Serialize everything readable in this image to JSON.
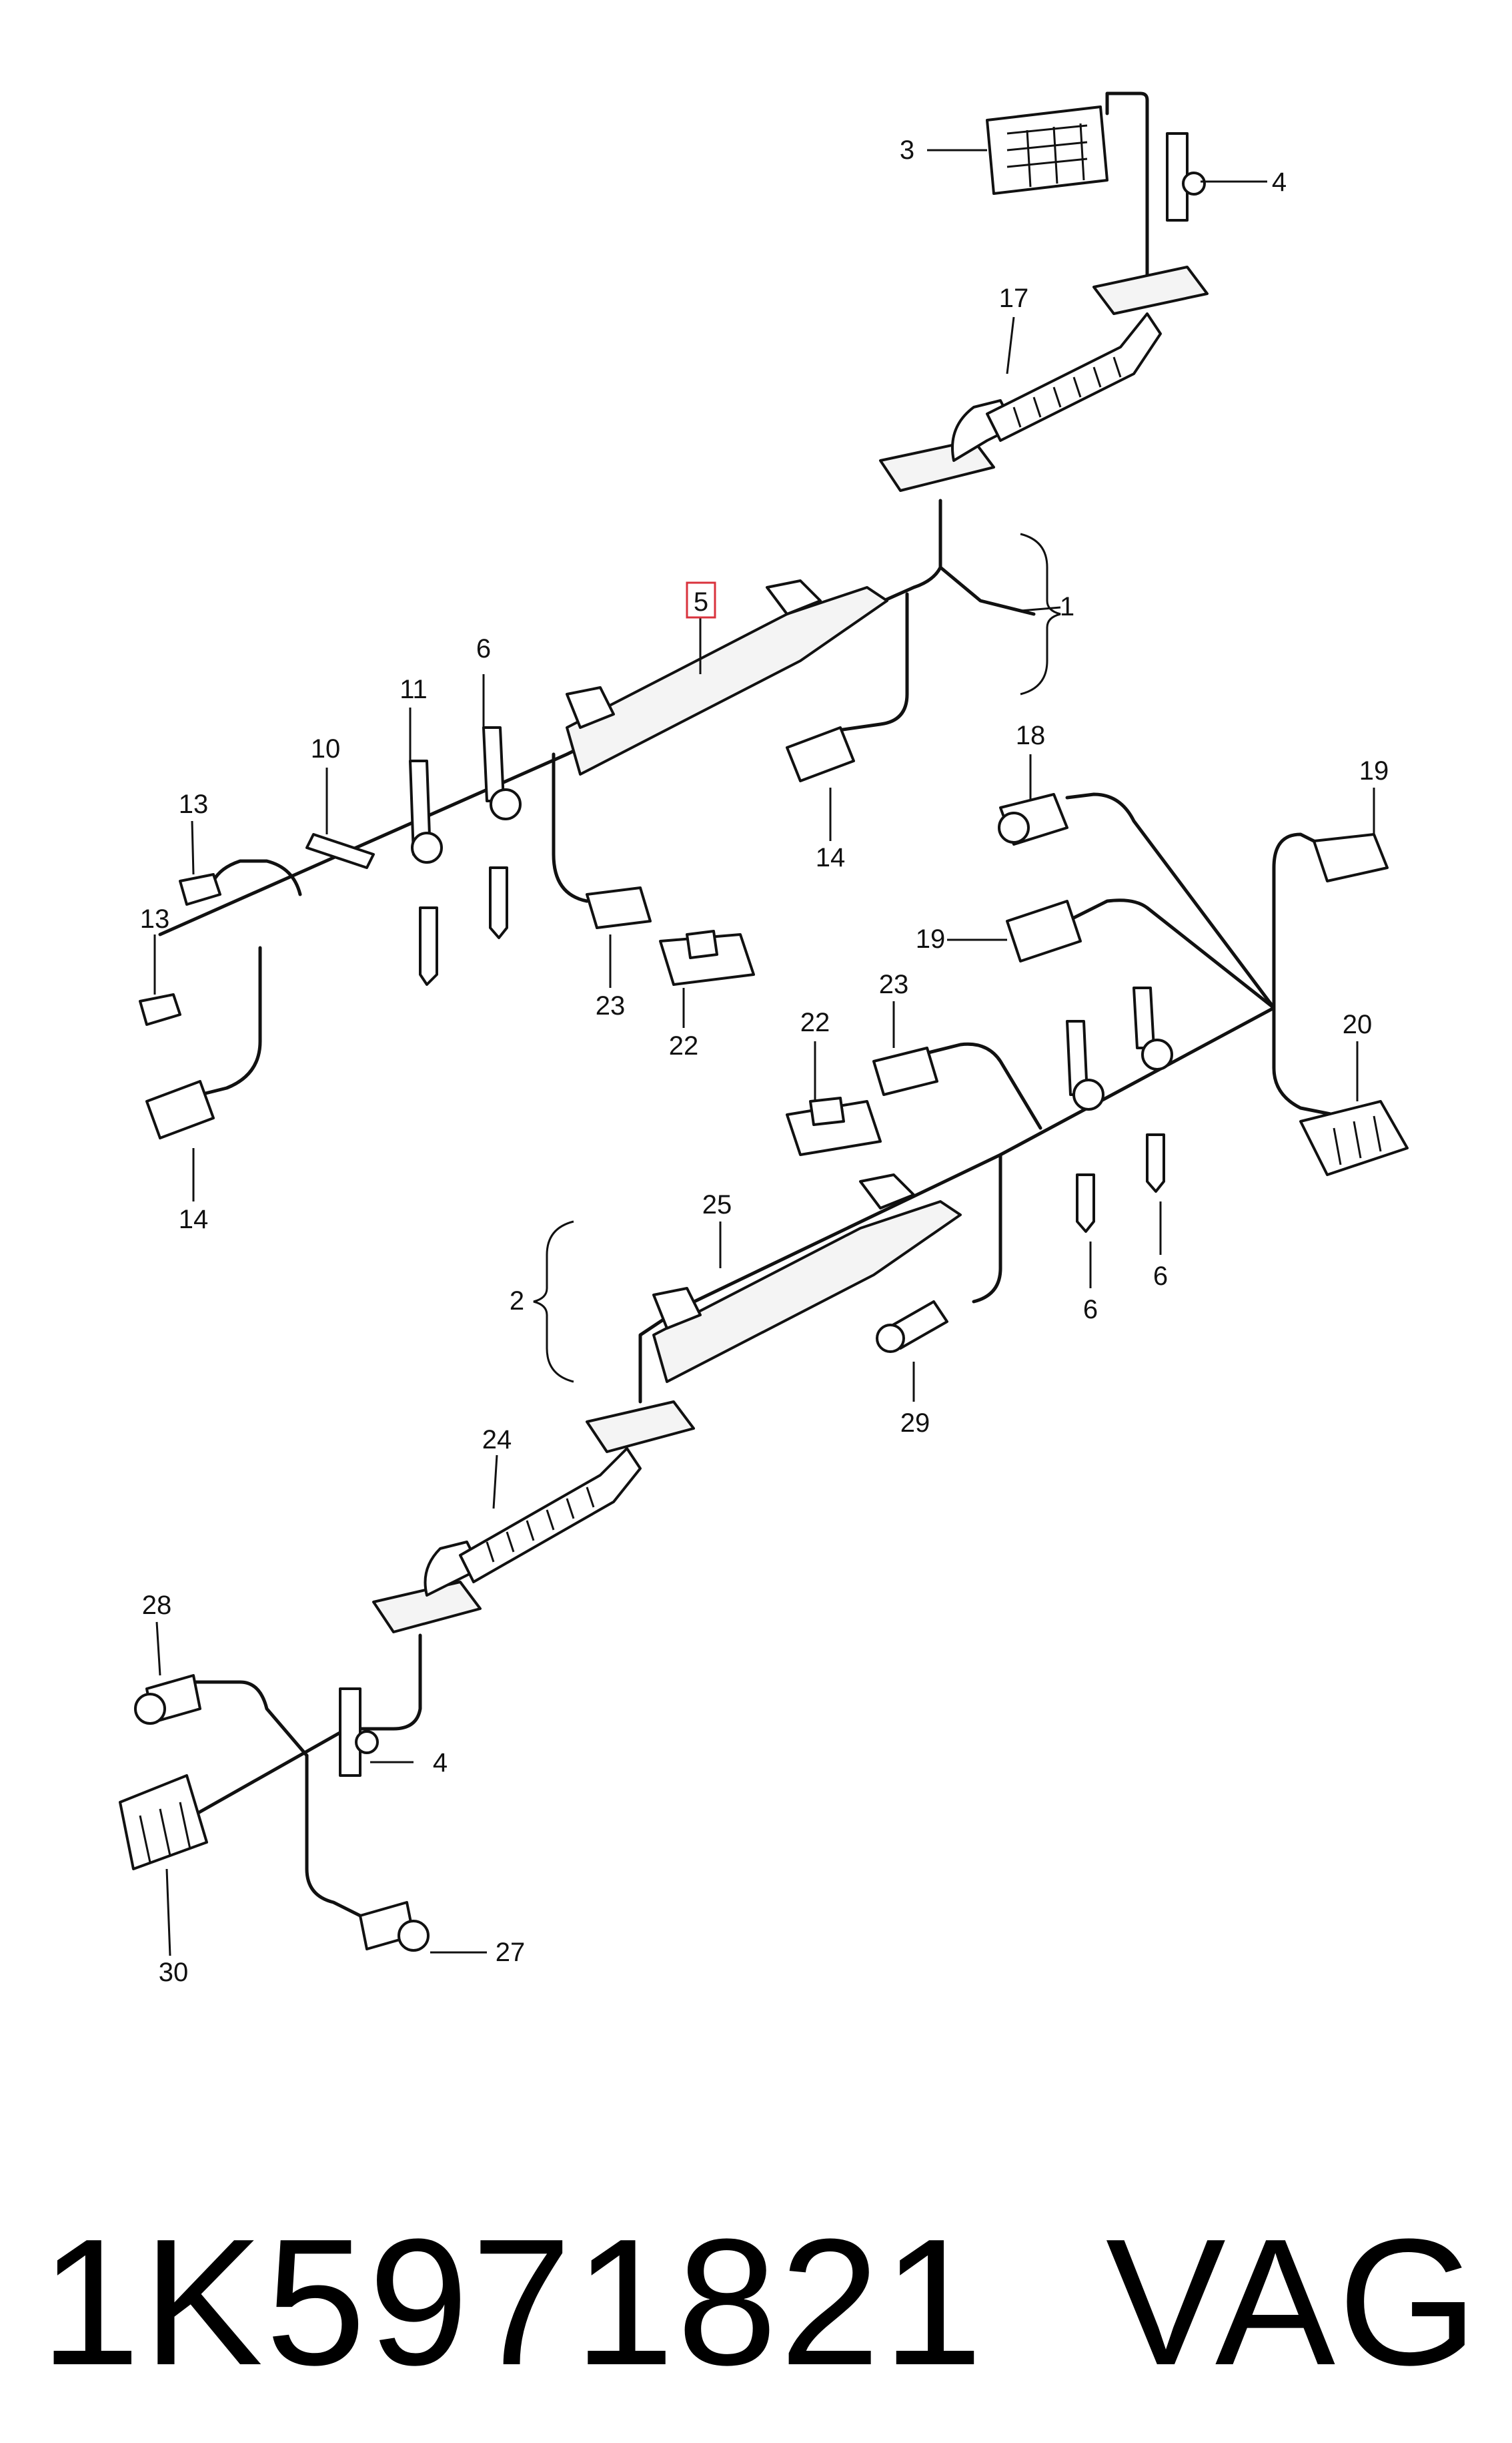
{
  "callouts": {
    "c1": "1",
    "c2": "2",
    "c3": "3",
    "c4a": "4",
    "c4b": "4",
    "c5": "5",
    "c6a": "6",
    "c6b": "6",
    "c6c": "6",
    "c10": "10",
    "c11": "11",
    "c13a": "13",
    "c13b": "13",
    "c14a": "14",
    "c14b": "14",
    "c17": "17",
    "c18": "18",
    "c19a": "19",
    "c19b": "19",
    "c20": "20",
    "c22a": "22",
    "c22b": "22",
    "c23a": "23",
    "c23b": "23",
    "c24": "24",
    "c25": "25",
    "c27": "27",
    "c28": "28",
    "c29": "29",
    "c30": "30"
  },
  "highlighted_callout": "5",
  "footer": {
    "part_number": "1K5971821",
    "brand": "VAG"
  },
  "colors": {
    "line": "#111111",
    "highlight": "#d9323c",
    "background": "#ffffff"
  }
}
